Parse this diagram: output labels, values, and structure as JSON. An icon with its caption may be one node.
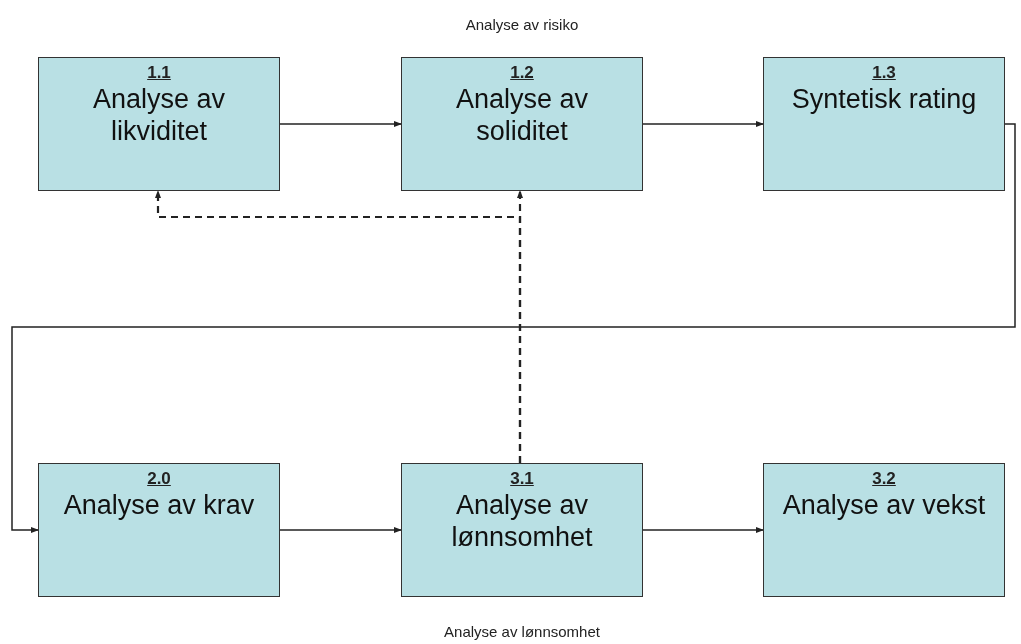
{
  "diagram": {
    "title": "Analyse av risiko",
    "caption": "Analyse av lønnsomhet",
    "nodes": [
      {
        "text": [
          "1.1",
          "Analyse av likviditet"
        ]
      },
      {
        "text": [
          "1.2",
          "Analyse av soliditet"
        ]
      },
      {
        "text": [
          "1.3",
          "Syntetisk rating"
        ]
      },
      {
        "text": [
          "2.0",
          "Analyse av krav"
        ]
      },
      {
        "text": [
          "3.1",
          "Analyse av lønnsomhet"
        ]
      },
      {
        "text": [
          "3.2",
          "Analyse av vekst"
        ]
      }
    ],
    "edges": [
      {
        "from": 0,
        "to": 1,
        "arrow": "to"
      },
      {
        "from": 1,
        "to": 2,
        "arrow": "to"
      },
      {
        "from": 2,
        "to": 3,
        "arrow": "to"
      },
      {
        "from": 3,
        "to": 4,
        "arrow": "to"
      },
      {
        "from": 4,
        "to": 5,
        "arrow": "to"
      },
      {
        "from": 4,
        "to": 1,
        "arrow": "to",
        "style": "dashed"
      },
      {
        "from": 4,
        "to": 0,
        "arrow": "to",
        "style": "dashed"
      }
    ]
  }
}
